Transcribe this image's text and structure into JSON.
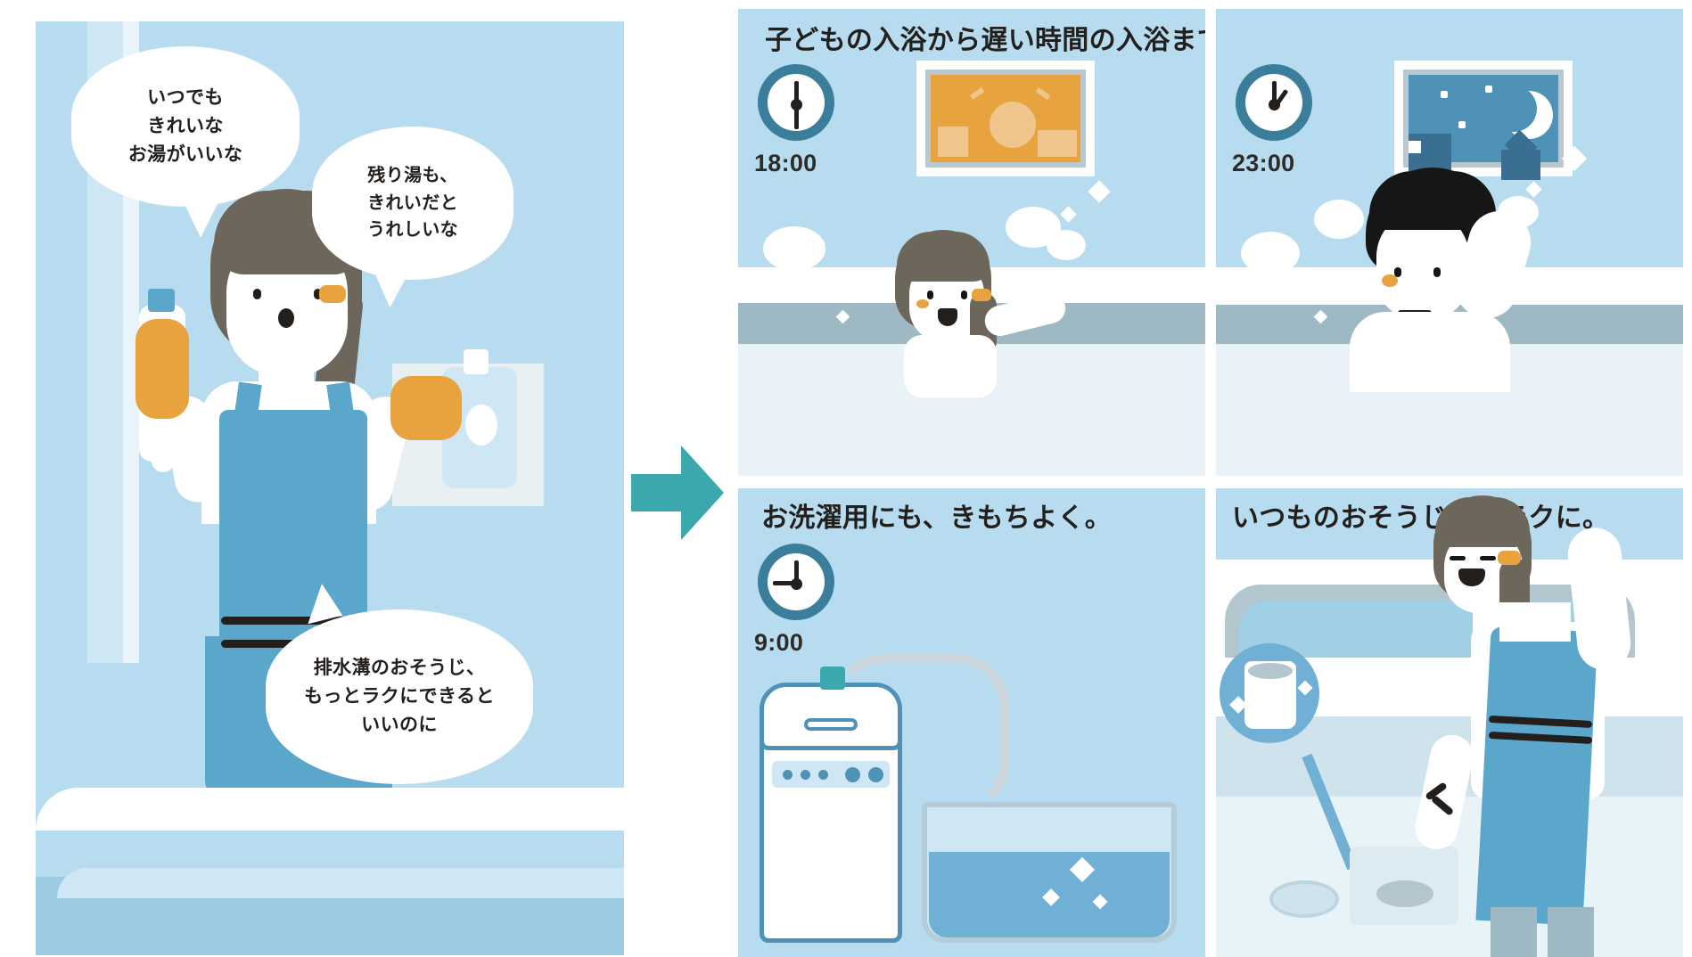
{
  "illustration": {
    "title": "before-after bath cleaning infographic",
    "colors": {
      "panel_bg": "#b8dcef",
      "accent_teal": "#3aa8ac",
      "apron_blue": "#5ba7cc",
      "glove_orange": "#e8a33f",
      "clock_ring": "#3a7e9c",
      "hair_brown": "#6d665a",
      "ink": "#231f1c",
      "night_blue": "#4f92b8"
    }
  },
  "left_panel": {
    "name": "before-scene",
    "speech_bubbles": [
      {
        "id": "bubble-1",
        "lines": [
          "いつでも",
          "きれいな",
          "お湯がいいな"
        ]
      },
      {
        "id": "bubble-2",
        "lines": [
          "残り湯も、",
          "きれいだと",
          "うれしいな"
        ]
      },
      {
        "id": "bubble-3",
        "lines": [
          "排水溝のおそうじ、",
          "もっとラクにできると",
          "いいのに"
        ]
      }
    ],
    "character": "woman-with-spray-bottle"
  },
  "connector": {
    "name": "right-arrow",
    "icon": "arrow-right-icon"
  },
  "right_panel": {
    "cells": [
      {
        "id": "cell-evening-bath",
        "headline": "子どもの入浴から遅い時間の入浴まで、きもちよく。",
        "headline_span": 2,
        "clock": {
          "label": "18:00",
          "hour_deg": 180,
          "minute_deg": 0
        },
        "window": "daytime-window",
        "scene": "child-in-bathtub"
      },
      {
        "id": "cell-late-bath",
        "headline": "",
        "clock": {
          "label": "23:00",
          "hour_deg": 330,
          "minute_deg": 0
        },
        "window": "night-window",
        "scene": "adult-washing-hair"
      },
      {
        "id": "cell-laundry",
        "headline": "お洗濯用にも、きもちよく。",
        "clock": {
          "label": "9:00",
          "hour_deg": 270,
          "minute_deg": 0
        },
        "scene": "washing-machine-and-basin"
      },
      {
        "id": "cell-cleaning",
        "headline": "いつものおそうじも、ラクに。",
        "clock": null,
        "scene": "woman-cleaning-drain"
      }
    ]
  }
}
